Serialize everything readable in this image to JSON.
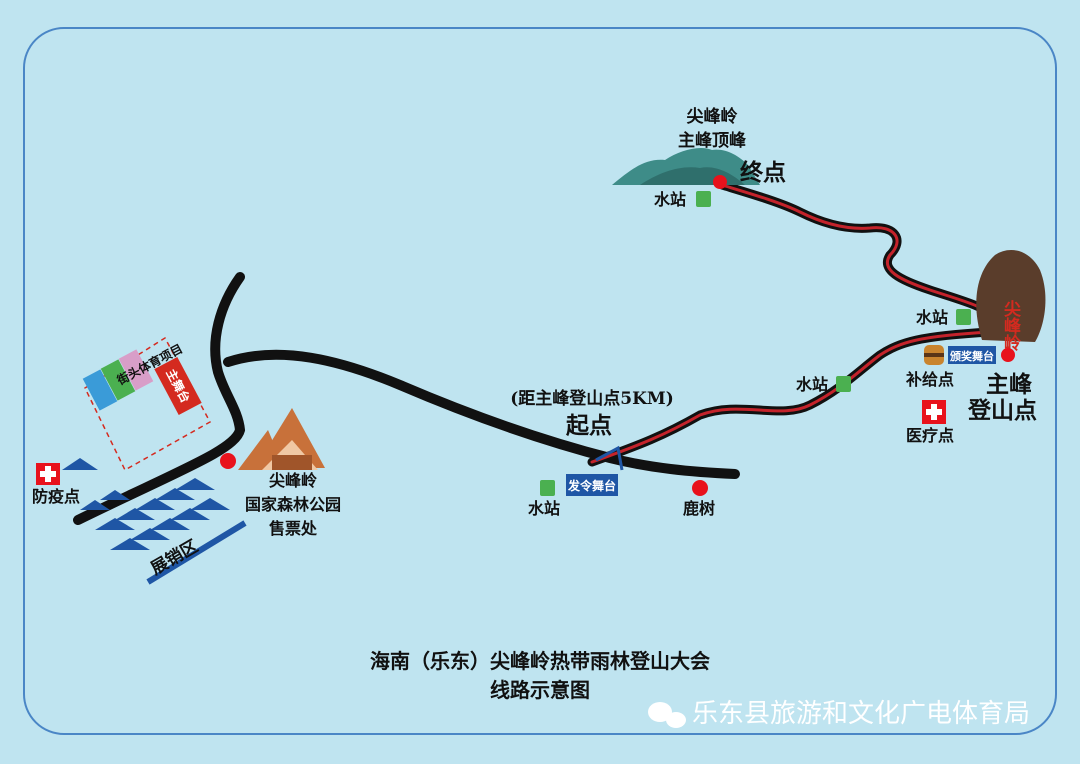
{
  "map": {
    "title_line1": "海南（乐东）尖峰岭热带雨林登山大会",
    "title_line2": "线路示意图",
    "watermark": "乐东县旅游和文化广电体育局"
  },
  "places": {
    "summit_name_1": "尖峰岭",
    "summit_name_2": "主峰顶峰",
    "finish": "终点",
    "start_note": "(距主峰登山点5KM)",
    "start": "起点",
    "park_1": "尖峰岭",
    "park_2": "国家森林公园",
    "park_3": "售票处",
    "luishu": "鹿树",
    "main_peak_1": "主峰",
    "main_peak_2": "登山点",
    "rock_text": "尖峰岭"
  },
  "facilities": {
    "water": "水站",
    "supply": "补给点",
    "medical": "医疗点",
    "epidemic": "防疫点",
    "expo": "展销区",
    "stage_start": "发令舞台",
    "stage_award": "颁奖舞台",
    "main_stage": "主舞台",
    "street_sports": "街头体育项目"
  },
  "colors": {
    "background": "#bfe4f0",
    "frame": "#4a86c6",
    "route_red": "#c4232b",
    "road": "#111111",
    "tent_blue": "#1f56a5",
    "marker_red": "#e8121c"
  }
}
